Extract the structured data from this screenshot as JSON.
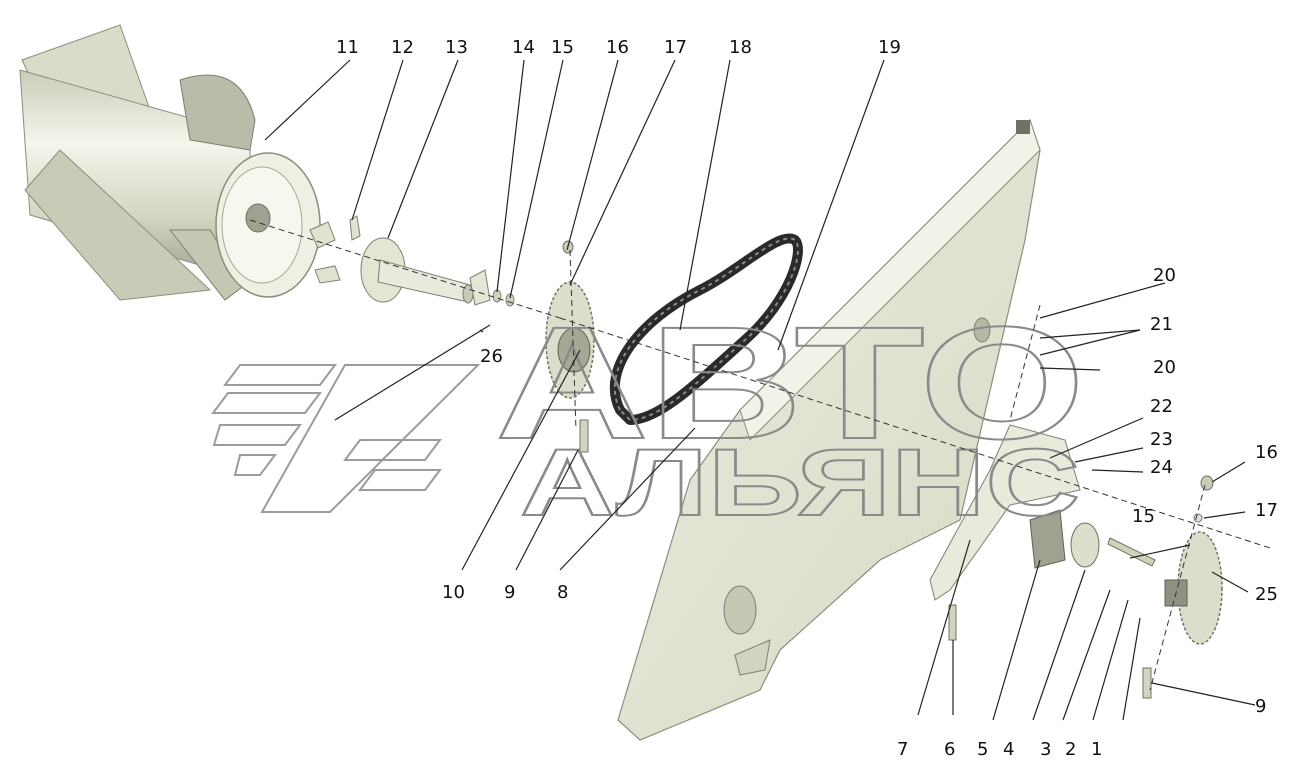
{
  "labels": {
    "l1": "1",
    "l2": "2",
    "l3": "3",
    "l4": "4",
    "l5": "5",
    "l6": "6",
    "l7": "7",
    "l8": "8",
    "l9a": "9",
    "l9b": "9",
    "l10": "10",
    "l11": "11",
    "l12": "12",
    "l13": "13",
    "l14": "14",
    "l15a": "15",
    "l15b": "15",
    "l16a": "16",
    "l16b": "16",
    "l17a": "17",
    "l17b": "17",
    "l18": "18",
    "l19": "19",
    "l20a": "20",
    "l20b": "20",
    "l21": "21",
    "l22": "22",
    "l23": "23",
    "l24": "24",
    "l25": "25",
    "l26": "26"
  },
  "watermark": {
    "line1": "АВТО",
    "line2": "АЛЬЯНС"
  },
  "colors": {
    "background": "#ffffff",
    "part_fill": "#e6ead8",
    "part_shade": "#b8bca8",
    "part_dark": "#6e7264",
    "chain": "#2a2a2a",
    "leader": "#222222",
    "watermark_stroke": "#8a8a8a"
  }
}
